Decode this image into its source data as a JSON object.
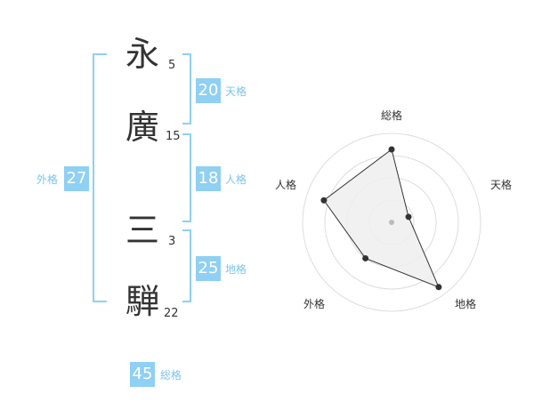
{
  "characters": [
    {
      "char": "永",
      "strokes": "5"
    },
    {
      "char": "廣",
      "strokes": "15"
    },
    {
      "char": "三",
      "strokes": "3"
    },
    {
      "char": "騨",
      "strokes": "22"
    }
  ],
  "fortunes": {
    "tenkaku": {
      "value": "20",
      "label": "天格"
    },
    "jinkaku": {
      "value": "18",
      "label": "人格"
    },
    "chikaku": {
      "value": "25",
      "label": "地格"
    },
    "gaikaku": {
      "value": "27",
      "label": "外格"
    },
    "soukaku": {
      "value": "45",
      "label": "総格"
    }
  },
  "chart_data": {
    "type": "radar",
    "axes": [
      "総格",
      "天格",
      "地格",
      "外格",
      "人格"
    ],
    "values": [
      0.82,
      0.2,
      0.9,
      0.5,
      0.8
    ],
    "rings": 4,
    "colors": {
      "fill": "#eeeeee",
      "stroke": "#333333",
      "grid": "#dddddd",
      "point": "#333333"
    }
  }
}
